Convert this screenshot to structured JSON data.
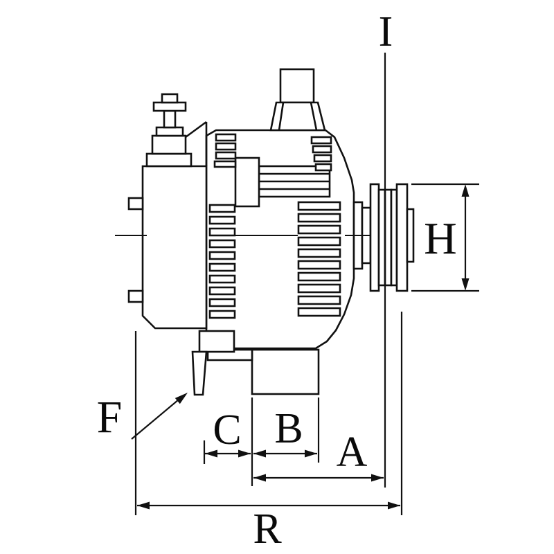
{
  "figure": {
    "description": "Technical side-view line drawing of an alternator with dimension callouts",
    "background_color": "#ffffff",
    "line_color": "#111111"
  },
  "labels": {
    "I": "I",
    "H": "H",
    "F": "F",
    "C": "C",
    "B": "B",
    "A": "A",
    "R": "R"
  }
}
